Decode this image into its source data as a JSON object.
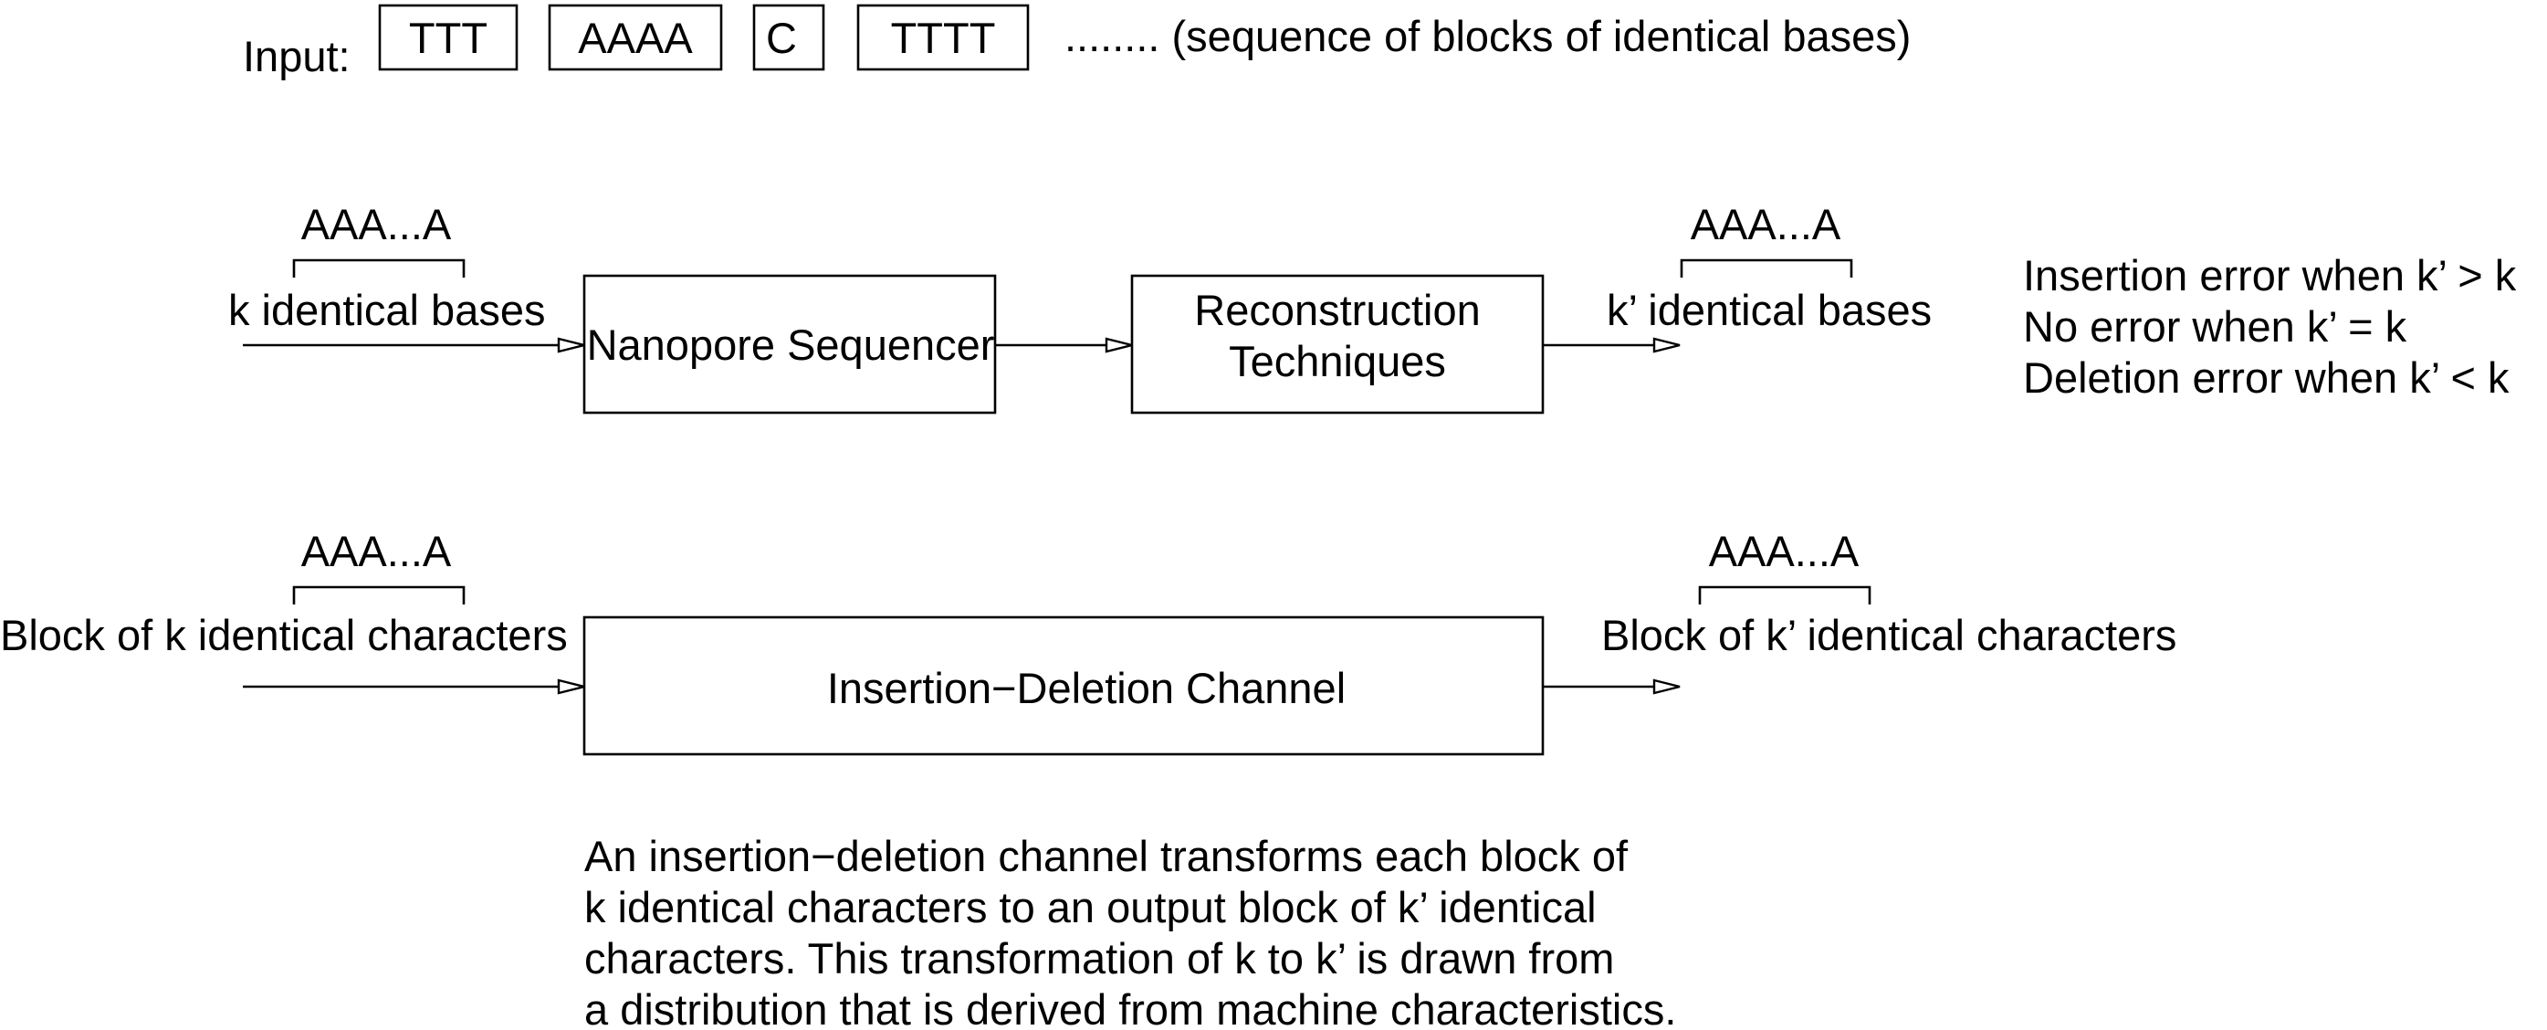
{
  "input": {
    "label": "Input:",
    "blocks": [
      "TTT",
      "AAAA",
      "C",
      "TTTT"
    ],
    "trailing": "........ (sequence of blocks of identical bases)"
  },
  "top_row": {
    "input_block": "AAA...A",
    "input_label": "k identical bases",
    "sequencer_label": "Nanopore Sequencer",
    "reconstruction_line1": "Reconstruction",
    "reconstruction_line2": "Techniques",
    "output_block": "AAA...A",
    "output_label": "k’ identical bases",
    "error_notes": [
      "Insertion error when k’ > k",
      "No error when k’ = k",
      "Deletion error when k’ < k"
    ]
  },
  "bottom_row": {
    "input_block": "AAA...A",
    "input_label": "Block of k identical characters",
    "channel_label": "Insertion−Deletion Channel",
    "output_block": "AAA...A",
    "output_label": "Block of k’ identical characters"
  },
  "caption": [
    "An insertion−deletion channel transforms each block of",
    "k identical characters to an output block of k’ identical",
    "characters. This transformation of k to k’ is drawn from",
    "a distribution that is derived from machine characteristics."
  ]
}
